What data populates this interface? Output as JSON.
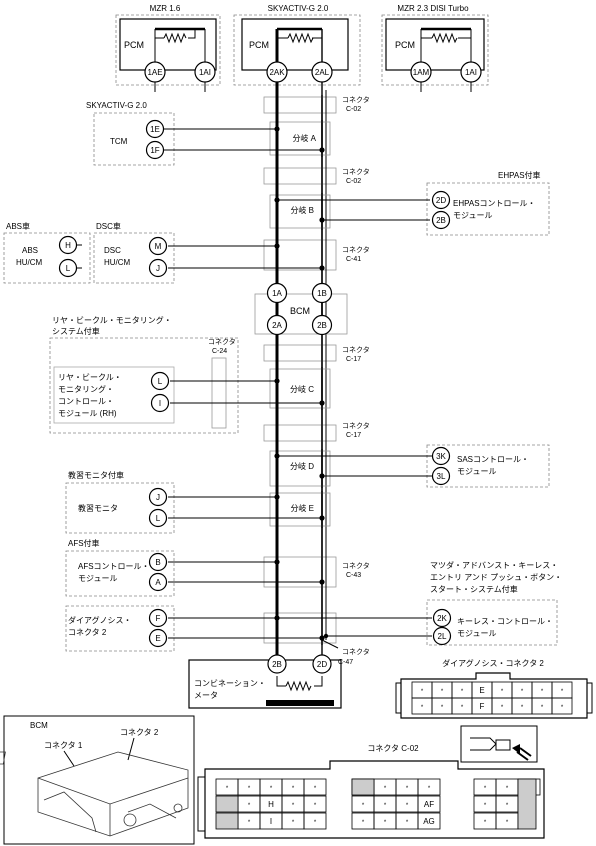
{
  "modules": {
    "top_left_title": "MZR 1.6",
    "top_mid_title": "SKYACTIV-G 2.0",
    "top_right_title": "MZR 2.3 DISI Turbo",
    "pcm": "PCM",
    "pins_left": [
      "1AE",
      "1AI"
    ],
    "pins_mid": [
      "2AK",
      "2AL"
    ],
    "pins_right": [
      "1AM",
      "1AI"
    ],
    "tcm_title": "SKYACTIV-G 2.0",
    "tcm": "TCM",
    "tcm_pins": [
      "1E",
      "1F"
    ],
    "abs_title": "ABS車",
    "abs_lines": [
      "ABS",
      "HU/CM"
    ],
    "abs_pins": [
      "H",
      "L"
    ],
    "dsc_title": "DSC車",
    "dsc_lines": [
      "DSC",
      "HU/CM"
    ],
    "dsc_pins": [
      "M",
      "J"
    ],
    "ehpas_title": "EHPAS付車",
    "ehpas_lines": [
      "EHPASコントロール・",
      "モジュール"
    ],
    "ehpas_pins": [
      "2D",
      "2B"
    ],
    "bcm": "BCM",
    "bcm_pins_top": [
      "1A",
      "1B"
    ],
    "bcm_pins_bottom": [
      "2A",
      "2B"
    ],
    "rvm_title_lines": [
      "リヤ・ビークル・モニタリング・",
      "システム付車"
    ],
    "rvm_lines": [
      "リヤ・ビークル・",
      "モニタリング・",
      "コントロール・",
      "モジュール (RH)"
    ],
    "rvm_pins": [
      "L",
      "I"
    ],
    "rvm_connector_lines": [
      "コネクタ",
      "C-24"
    ],
    "sas_lines": [
      "SASコントロール・",
      "モジュール"
    ],
    "sas_pins": [
      "3K",
      "3L"
    ],
    "teach_title": "教習モニタ付車",
    "teach": "教習モニタ",
    "teach_pins": [
      "J",
      "L"
    ],
    "afs_title": "AFS付車",
    "afs_lines": [
      "AFSコントロール・",
      "モジュール"
    ],
    "afs_pins": [
      "B",
      "A"
    ],
    "diag_lines": [
      "ダイアグノシス・",
      "コネクタ 2"
    ],
    "diag_pins": [
      "F",
      "E"
    ],
    "keyless_title_lines": [
      "マツダ・アドバンスト・キーレス・",
      "エントリ アンド プッシュ・ボタン・",
      "スタート・システム付車"
    ],
    "keyless_lines": [
      "キーレス・コントロール・",
      "モジュール"
    ],
    "keyless_pins": [
      "2K",
      "2L"
    ],
    "combi_lines": [
      "コンビネーション・",
      "メータ"
    ],
    "combi_pins": [
      "2B",
      "2D"
    ]
  },
  "connectors": {
    "connector": "コネクタ",
    "c02": "C-02",
    "c41": "C-41",
    "c17": "C-17",
    "c43": "C-43",
    "c47": "C-47"
  },
  "branches": {
    "a": "分岐 A",
    "b": "分岐 B",
    "c": "分岐 C",
    "d": "分岐 D",
    "e": "分岐 E"
  },
  "lower": {
    "diag_connector_title": "ダイアグノシス・コネクタ 2",
    "diag_row1": [
      "*",
      "*",
      "*",
      "E",
      "*",
      "*",
      "*",
      "*"
    ],
    "diag_row2": [
      "*",
      "*",
      "*",
      "F",
      "*",
      "*",
      "*",
      "*"
    ],
    "bcm_box_title": "BCM",
    "bcm_connector1": "コネクタ 1",
    "bcm_connector2": "コネクタ 2",
    "c02_title": "コネクタ C-02",
    "c02_row1": [
      "*",
      "*",
      "*",
      "*",
      "*",
      "*",
      "*",
      "*",
      "*",
      "*",
      "*",
      "*",
      "*"
    ],
    "c02_row2": [
      "*",
      "H",
      "*",
      "*",
      "*",
      "*",
      "*",
      "AF",
      "*",
      "*"
    ],
    "c02_row3": [
      "*",
      "I",
      "*",
      "*",
      "*",
      "*",
      "*",
      "AG",
      "*",
      "*"
    ]
  }
}
